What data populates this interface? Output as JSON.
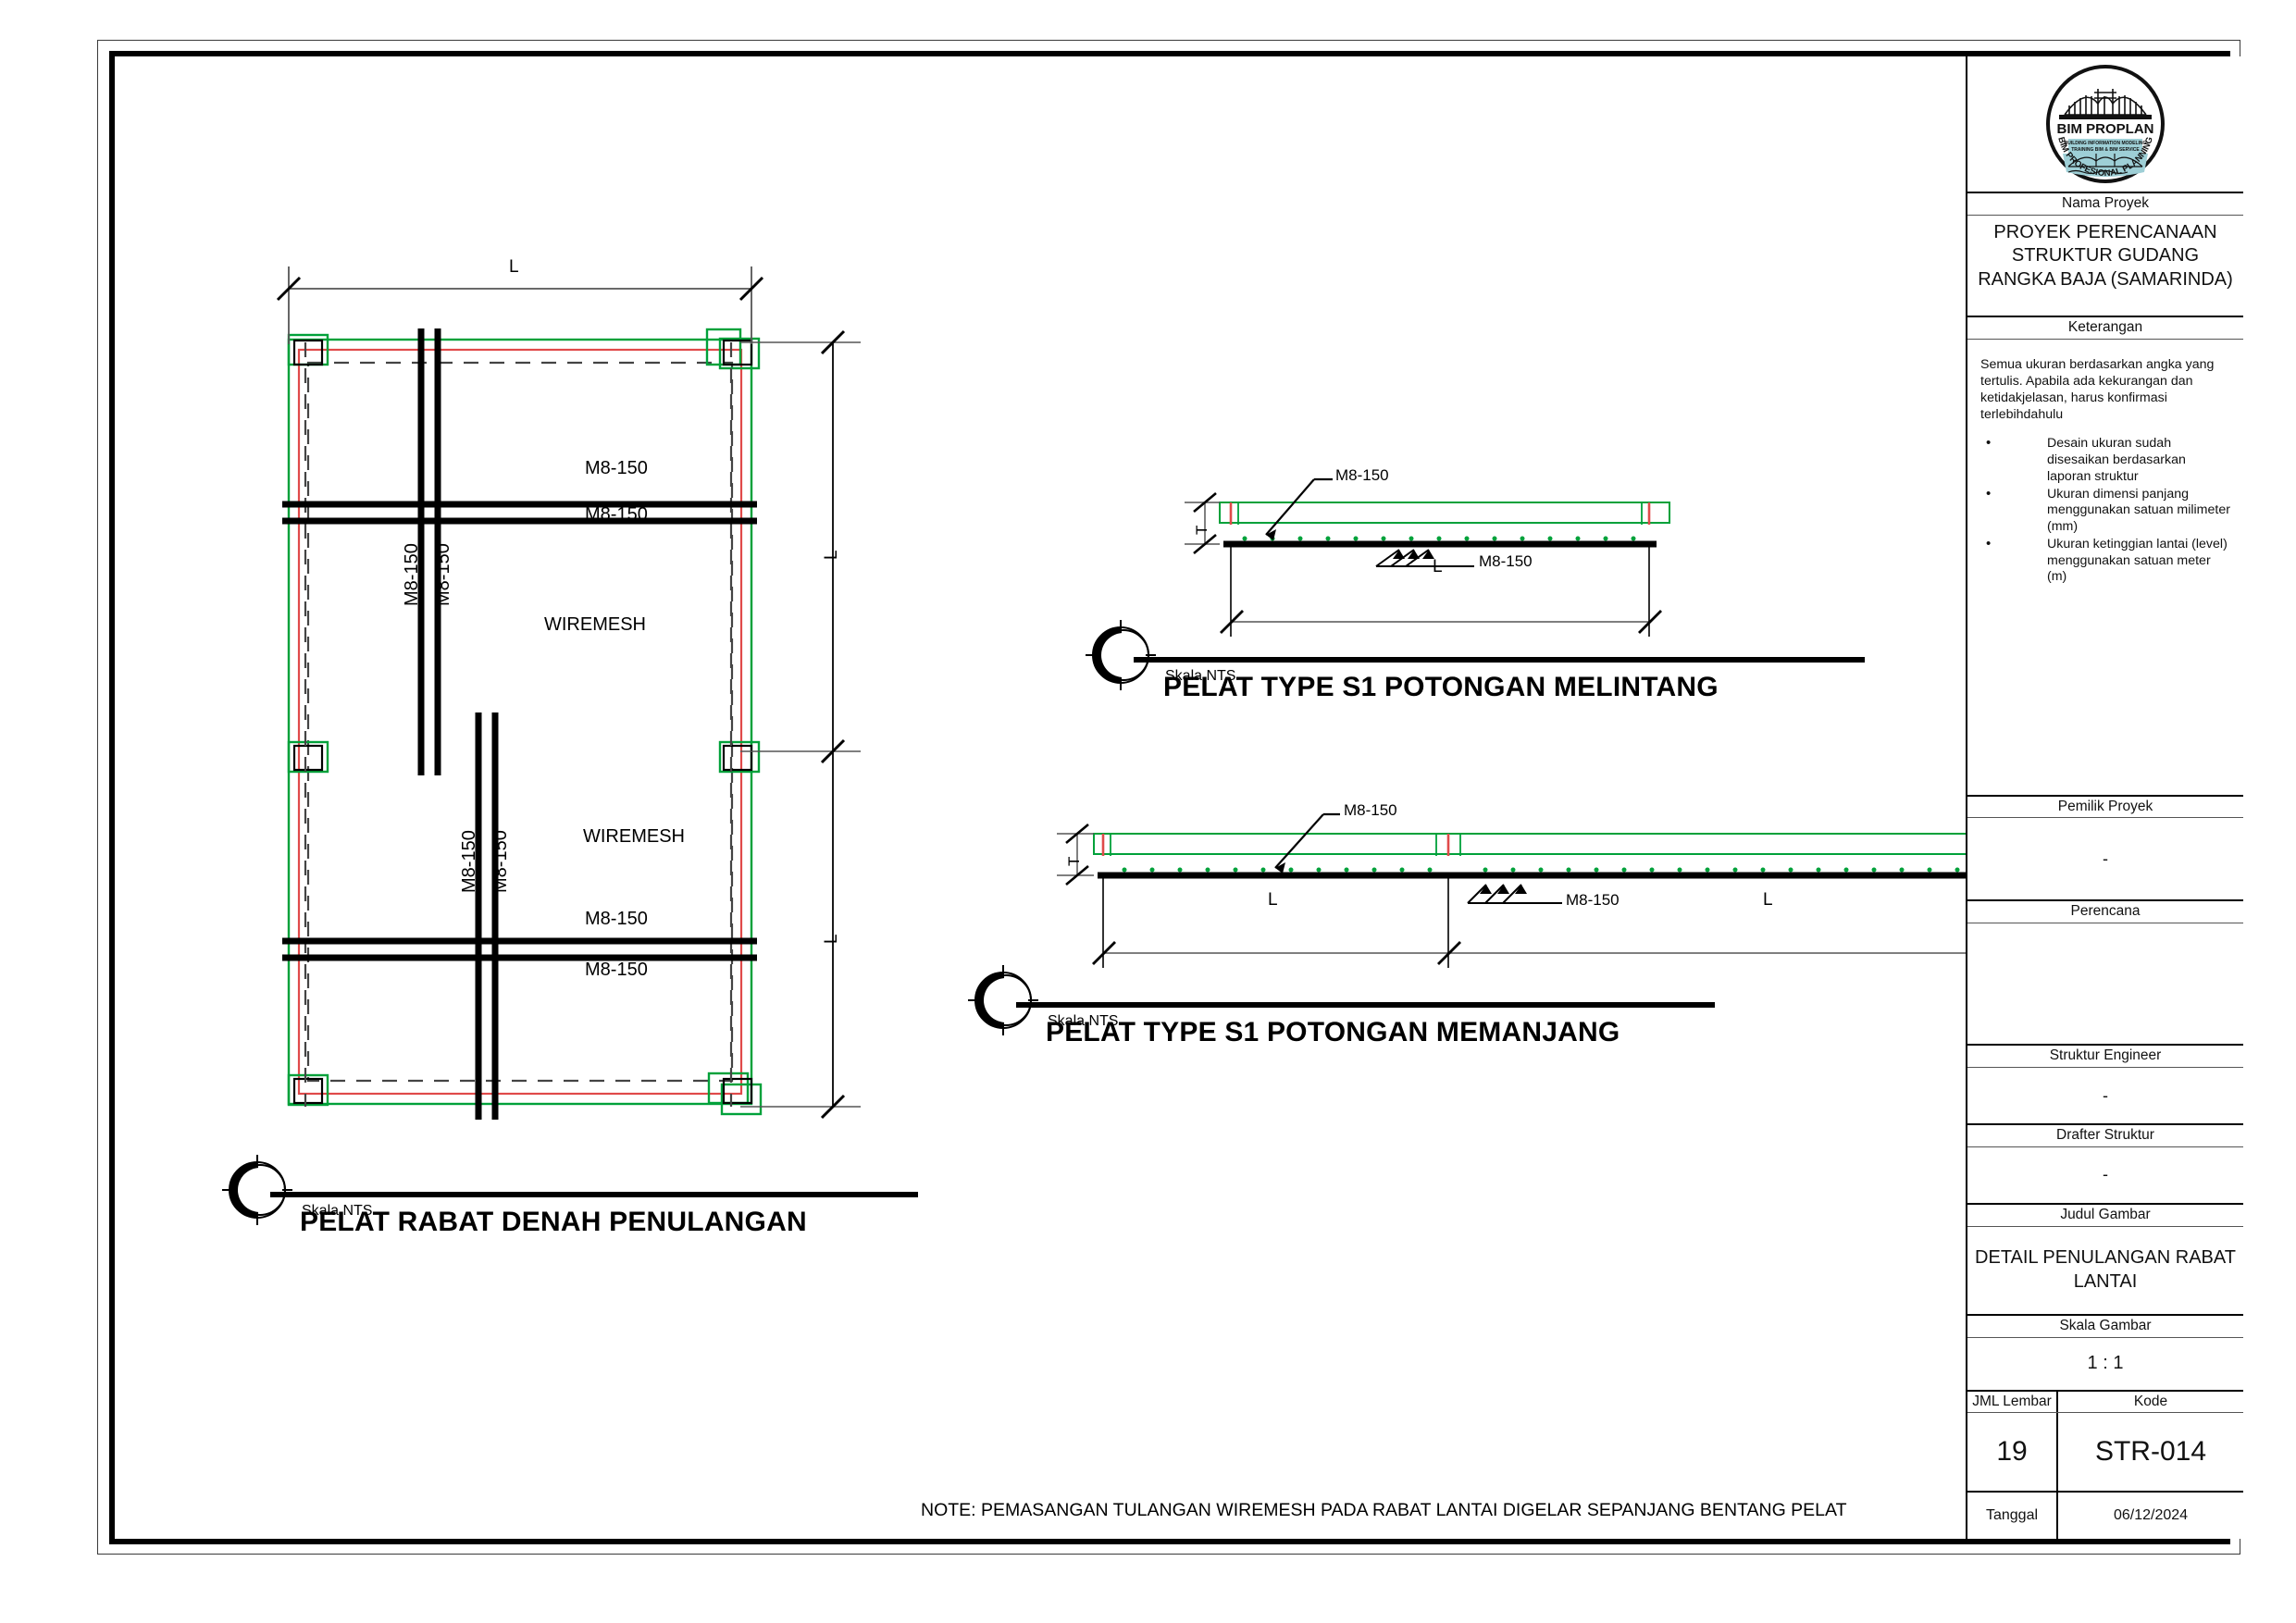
{
  "sheet": {
    "title_block": {
      "logo": {
        "name": "BIM PROPLAN",
        "tagline_1": "BUILDING INFORMATION MODELING",
        "tagline_2": "TRAINING BIM & BIM SERVICE",
        "arc_text": "BIM PROFESIONAL PLANNING"
      },
      "rows": {
        "nama_proyek_label": "Nama Proyek",
        "nama_proyek_value": "PROYEK PERENCANAAN STRUKTUR GUDANG RANGKA BAJA (SAMARINDA)",
        "keterangan_label": "Keterangan",
        "keterangan_paragraph": "Semua ukuran berdasarkan angka yang tertulis. Apabila ada kekurangan dan ketidakjelasan, harus konfirmasi terlebihdahulu",
        "keterangan_bullets": [
          "Desain ukuran sudah disesaikan berdasarkan laporan struktur",
          "Ukuran dimensi panjang menggunakan satuan milimeter (mm)",
          "Ukuran ketinggian lantai (level) menggunakan satuan meter (m)"
        ],
        "pemilik_proyek_label": "Pemilik Proyek",
        "pemilik_proyek_value": "-",
        "perencana_label": "Perencana",
        "perencana_value": "",
        "struktur_engineer_label": "Struktur Engineer",
        "struktur_engineer_value": "-",
        "drafter_struktur_label": "Drafter Struktur",
        "drafter_struktur_value": "-",
        "judul_gambar_label": "Judul Gambar",
        "judul_gambar_value": "DETAIL PENULANGAN RABAT LANTAI",
        "skala_gambar_label": "Skala Gambar",
        "skala_gambar_value": "1 : 1",
        "jml_lembar_label": "JML Lembar",
        "kode_label": "Kode",
        "jml_lembar_value": "19",
        "kode_value": "STR-014",
        "tanggal_label": "Tanggal",
        "tanggal_value": "06/12/2024"
      }
    },
    "note": "NOTE: PEMASANGAN TULANGAN WIREMESH PADA RABAT LANTAI DIGELAR SEPANJANG BENTANG PELAT",
    "views": [
      {
        "id": "plan",
        "title": "PELAT RABAT DENAH PENULANGAN",
        "scale": "Skala NTS",
        "labels": {
          "dim_top": "L",
          "dim_right_upper": "L",
          "dim_right_lower": "L",
          "rebar_top_1": "M8-150",
          "rebar_top_2": "M8-150",
          "rebar_vert_upper_1": "M8-150",
          "rebar_vert_upper_2": "M8-150",
          "wiremesh_upper": "WIREMESH",
          "rebar_vert_lower_1": "M8-150",
          "rebar_vert_lower_2": "M8-150",
          "wiremesh_lower": "WIREMESH",
          "rebar_bot_1": "M8-150",
          "rebar_bot_2": "M8-150"
        }
      },
      {
        "id": "section-melintang",
        "title": "PELAT TYPE  S1 POTONGAN MELINTANG",
        "scale": "Skala NTS",
        "labels": {
          "thickness": "T",
          "rebar_top": "M8-150",
          "rebar_bottom": "M8-150",
          "span": "L"
        }
      },
      {
        "id": "section-memanjang",
        "title": "PELAT TYPE S1 POTONGAN MEMANJANG",
        "scale": "Skala NTS",
        "labels": {
          "thickness": "T",
          "rebar_top": "M8-150",
          "rebar_bottom": "M8-150",
          "span_left": "L",
          "span_right": "L"
        }
      }
    ]
  },
  "colors": {
    "slab_outline_green": "#00a13a",
    "rebar_red": "#e04a4a",
    "line_black": "#000000",
    "hidden_gray": "#444444",
    "logo_teal": "#9ecfd6"
  }
}
